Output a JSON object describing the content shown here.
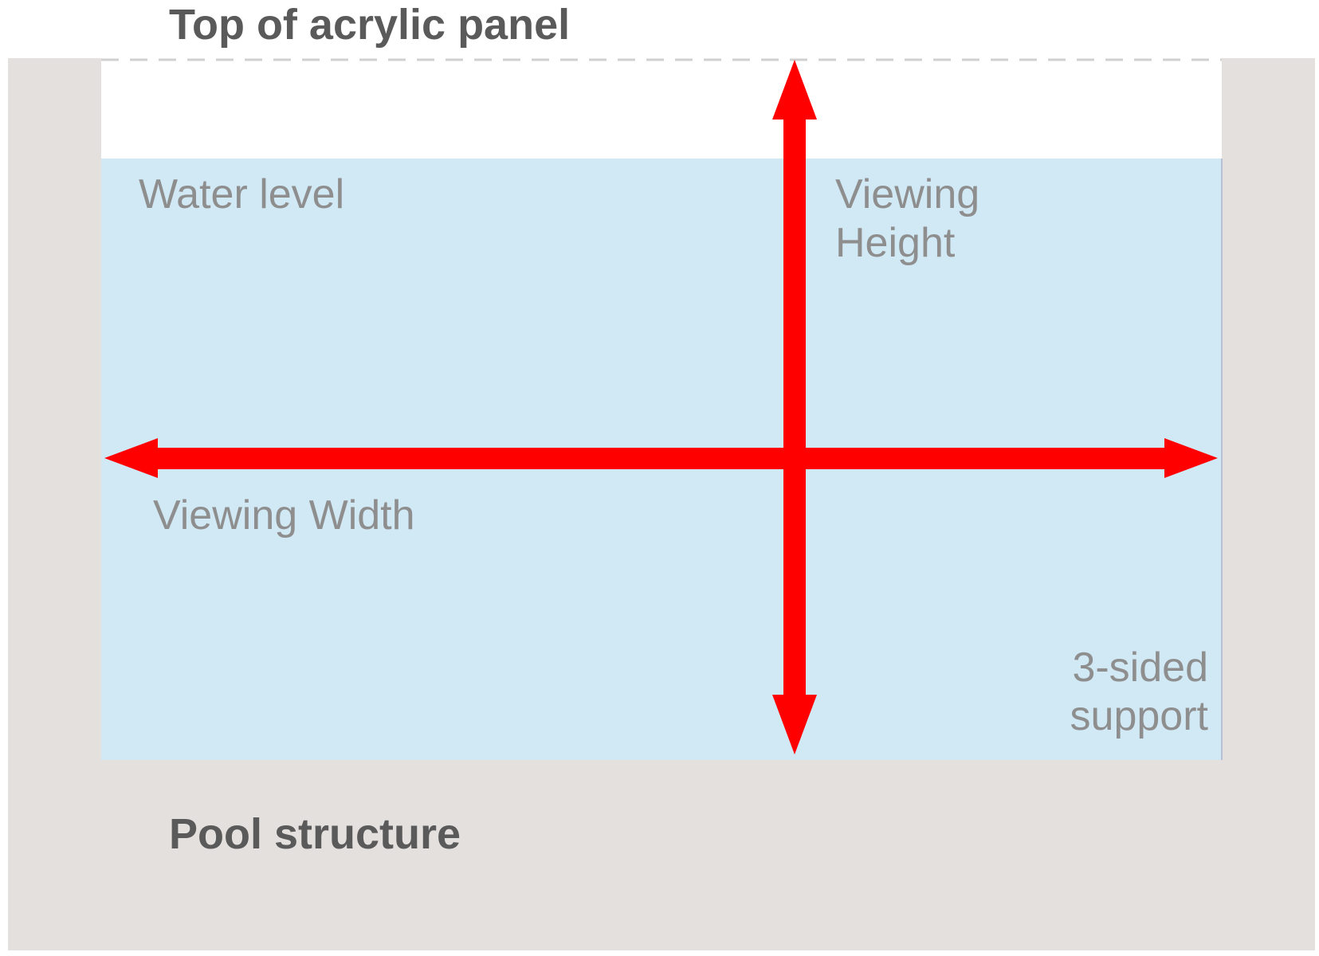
{
  "labels": {
    "top_of_panel": "Top of acrylic panel",
    "water_level": "Water level",
    "viewing_height_line1": "Viewing",
    "viewing_height_line2": "Height",
    "viewing_width": "Viewing Width",
    "support_line1": "3-sided",
    "support_line2": "support",
    "pool_structure": "Pool structure"
  },
  "colors": {
    "pool_structure": "#e4e0de",
    "water": "#d1e8f5",
    "panel_top": "#ffffff",
    "arrow": "#ff0000",
    "dashed_edge": "#d0d0d0",
    "label_bold": "#5a5a5a",
    "label_light": "#8e8e8e"
  },
  "icons": {
    "viewing_height": "double-arrow-vertical-icon",
    "viewing_width": "double-arrow-horizontal-icon"
  }
}
